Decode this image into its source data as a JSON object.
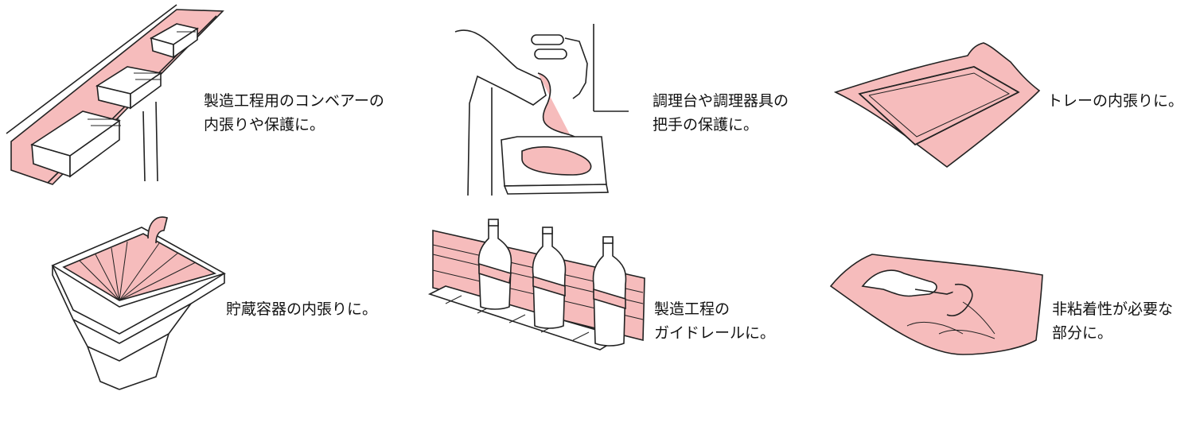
{
  "accent": "#f6bcbc",
  "panels": [
    {
      "id": "conveyor",
      "lines": [
        "製造工程用のコンベアーの",
        "内張りや保護に。"
      ]
    },
    {
      "id": "kitchen",
      "lines": [
        "調理台や調理器具の",
        "把手の保護に。"
      ]
    },
    {
      "id": "tray",
      "lines": [
        "トレーの内張りに。"
      ]
    },
    {
      "id": "hopper",
      "lines": [
        "貯蔵容器の内張りに。"
      ]
    },
    {
      "id": "guide",
      "lines": [
        "製造工程の",
        "ガイドレールに。"
      ]
    },
    {
      "id": "nonstick",
      "lines": [
        "非粘着性が必要な",
        "部分に。"
      ]
    }
  ]
}
